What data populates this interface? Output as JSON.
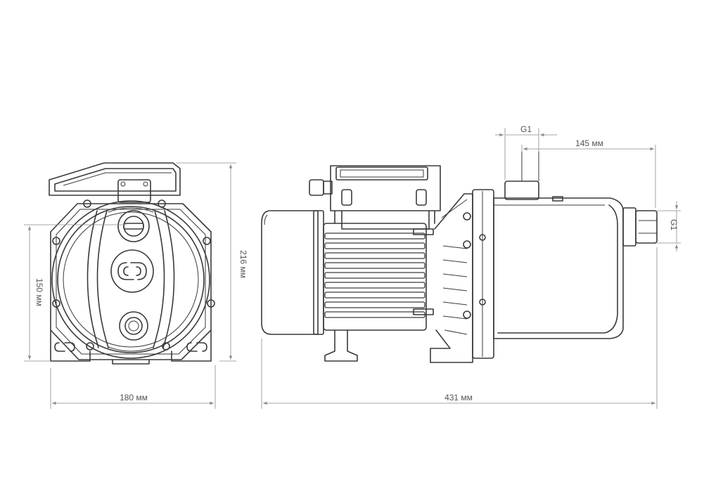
{
  "dimensions": {
    "front_width": "180 мм",
    "front_height": "216 мм",
    "inlet_height": "150 мм",
    "side_length": "431 мм",
    "inlet_offset": "145 мм",
    "top_thread": "G1",
    "side_thread": "G1"
  },
  "colors": {
    "line": "#3a3a3a",
    "dimension": "#8a8a8a"
  },
  "icons": {
    "brand": "brand-logo-icon"
  }
}
